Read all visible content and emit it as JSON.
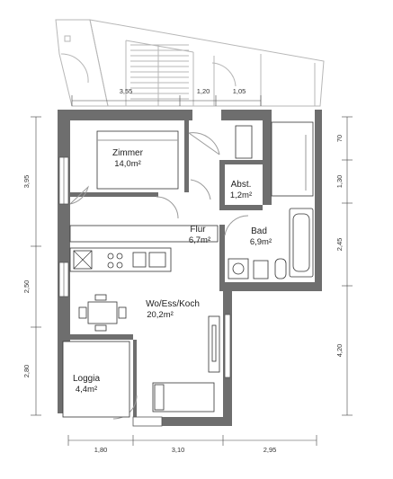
{
  "rooms": [
    {
      "name": "Zimmer",
      "area": "14,0m²"
    },
    {
      "name": "Abst.",
      "area": "1,2m²"
    },
    {
      "name": "Flur",
      "area": "6,7m²"
    },
    {
      "name": "Bad",
      "area": "6,9m²"
    },
    {
      "name": "Wo/Ess/Koch",
      "area": "20,2m²"
    },
    {
      "name": "Loggia",
      "area": "4,4m²"
    }
  ],
  "dimensions": {
    "top": [
      "3,55",
      "1,20",
      "1,05"
    ],
    "bottom": [
      "1,80",
      "3,10",
      "2,95"
    ],
    "left": [
      "3,95",
      "2,50",
      "2,80"
    ],
    "right": [
      "70",
      "1,30",
      "2,45",
      "4,20"
    ]
  }
}
